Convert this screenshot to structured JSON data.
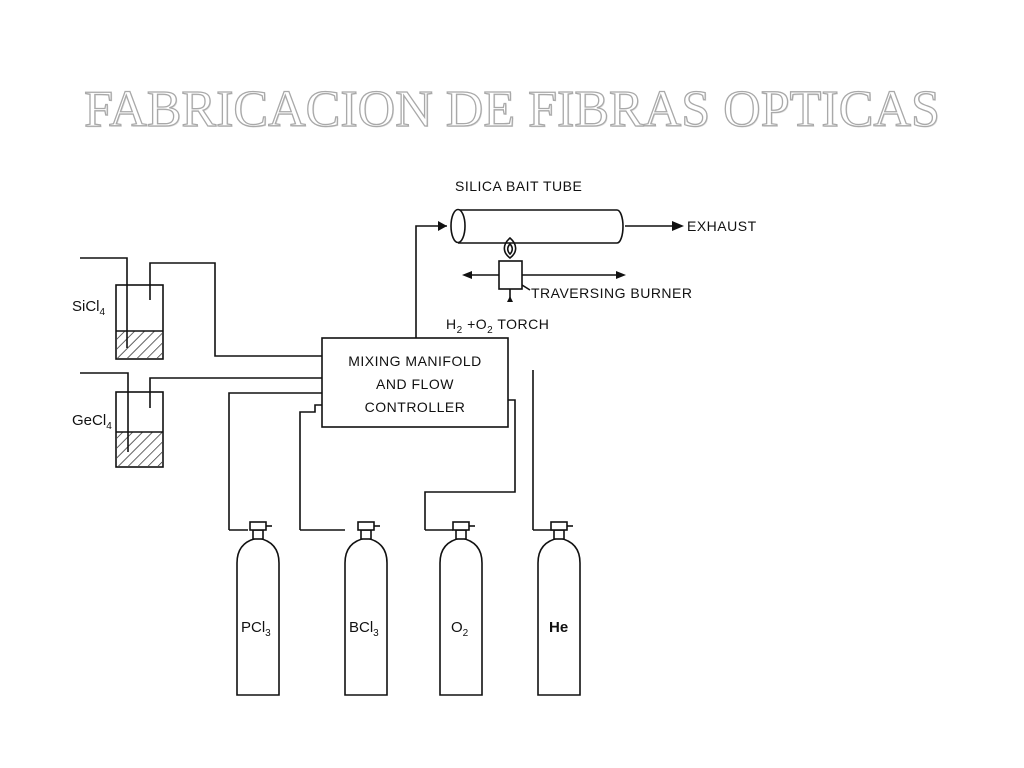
{
  "slide": {
    "title": "FABRICACION DE FIBRAS OPTICAS"
  },
  "diagram": {
    "bait_tube_label": "SILICA BAIT TUBE",
    "exhaust_label": "EXHAUST",
    "burner_label": "TRAVERSING BURNER",
    "torch": {
      "h": "H",
      "h_sub": "2",
      "plus_o": " +O",
      "o_sub": "2",
      "rest": " TORCH"
    },
    "manifold": {
      "line1": "MIXING MANIFOLD",
      "line2": "AND FLOW",
      "line3": "CONTROLLER"
    },
    "bubblers": [
      {
        "base": "SiCl",
        "sub": "4"
      },
      {
        "base": "GeCl",
        "sub": "4"
      }
    ],
    "cylinders": [
      {
        "base": "PCl",
        "sub": "3"
      },
      {
        "base": "BCl",
        "sub": "3"
      },
      {
        "base": "O",
        "sub": "2"
      },
      {
        "base": "He",
        "sub": ""
      }
    ]
  }
}
